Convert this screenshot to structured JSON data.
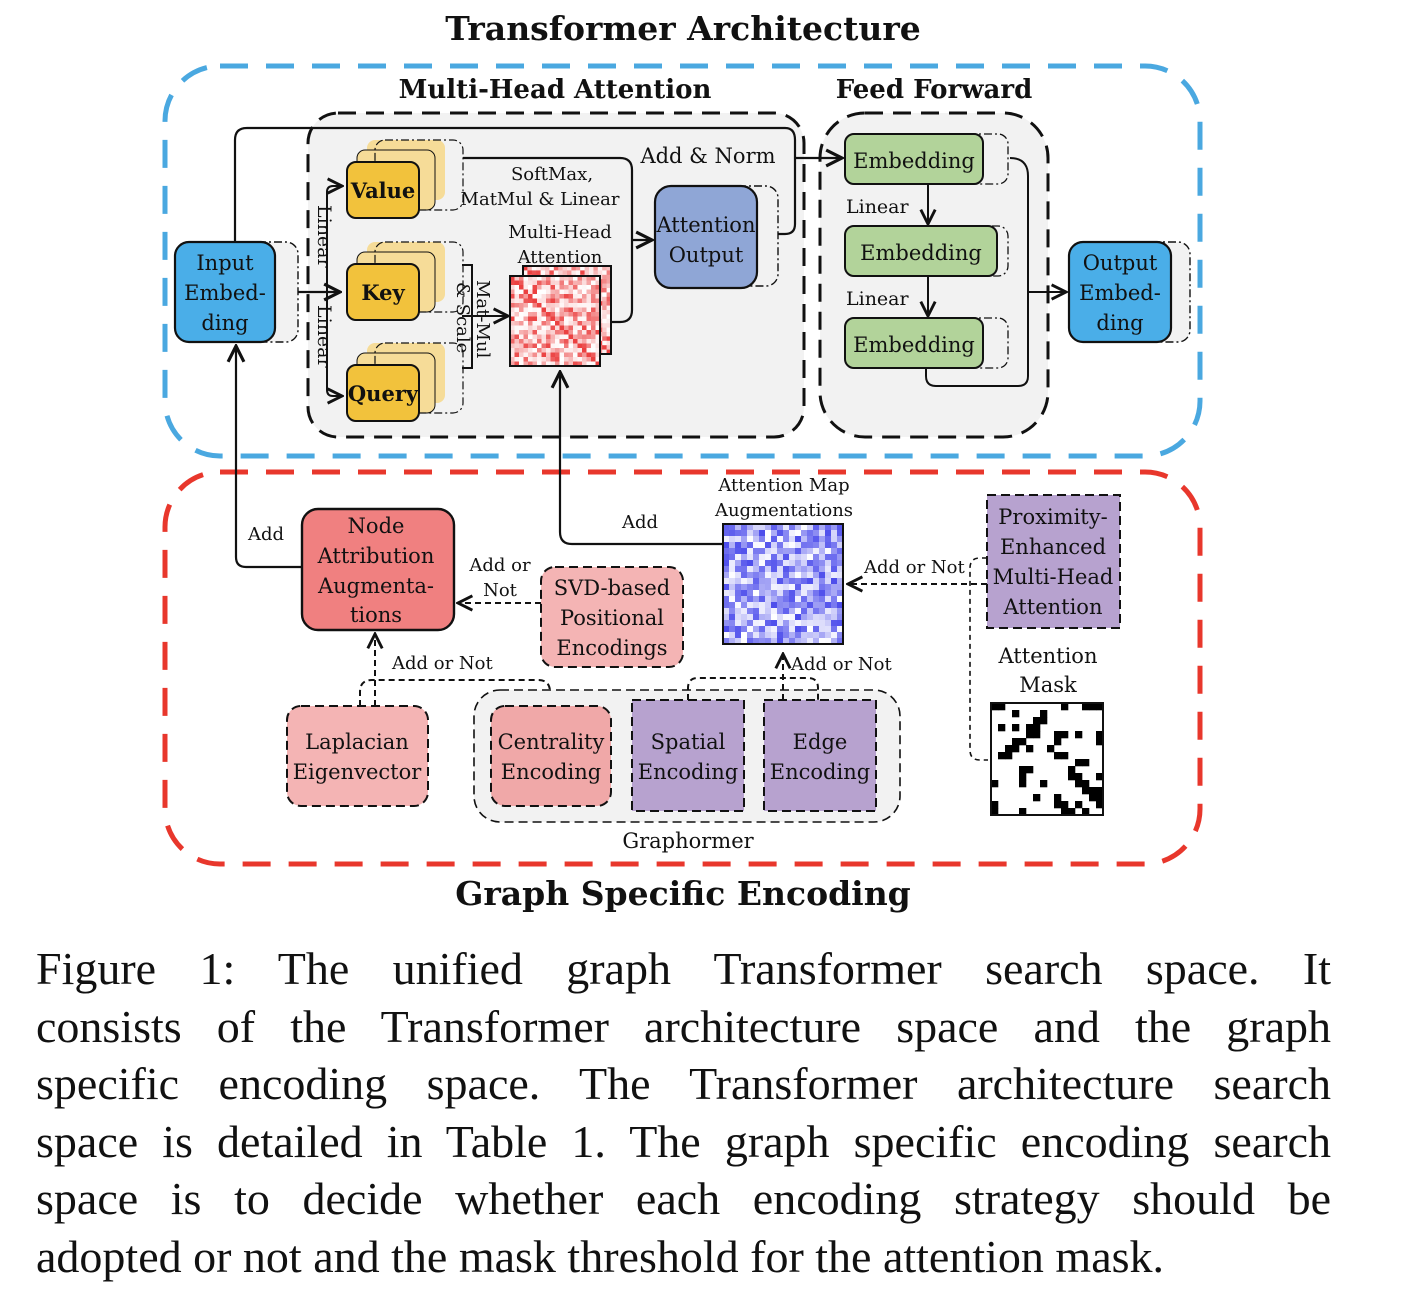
{
  "figure": {
    "title_top": "Transformer Architecture",
    "title_bottom": "Graph Specific Encoding",
    "colors": {
      "transformer_border": "#4aa8e0",
      "graph_border": "#e8372c",
      "embedding_blue": "#4aaee8",
      "qkv_yellow": "#f2c23c",
      "qkv_yellow_back": "#f6dc98",
      "attention_output": "#8fa6d6",
      "ff_green": "#b2d39a",
      "node_attr_red": "#f08080",
      "pink_light": "#f4b4b4",
      "pink_centrality": "#f0a8a8",
      "purple": "#b7a2cf",
      "panel_gray": "#f2f2f2"
    },
    "transformer": {
      "mha_title": "Multi-Head Attention",
      "ff_title": "Feed Forward",
      "input_embedding": [
        "Input",
        "Embed-",
        "ding"
      ],
      "value": "Value",
      "key": "Key",
      "query": "Query",
      "linear_upper": "Linear",
      "linear_lower": "Linear",
      "matmul_scale": [
        "Mat-Mul",
        "& Scale"
      ],
      "softmax_label": [
        "SoftMax,",
        "MatMul & Linear"
      ],
      "mha_map_label": [
        "Multi-Head",
        "Attention"
      ],
      "attention_output": [
        "Attention",
        "Output"
      ],
      "add_norm": "Add & Norm",
      "ff_embedding_1": "Embedding",
      "ff_embedding_2": "Embedding",
      "ff_embedding_3": "Embedding",
      "ff_linear_1": "Linear",
      "ff_linear_2": "Linear",
      "output_embedding": [
        "Output",
        "Embed-",
        "ding"
      ]
    },
    "graph_encoding": {
      "add_left": "Add",
      "add_middle": "Add",
      "node_attribution": [
        "Node",
        "Attribution",
        "Augmenta-",
        "tions"
      ],
      "add_or_not_svd": [
        "Add or",
        "Not"
      ],
      "svd": [
        "SVD-based",
        "Positional",
        "Encodings"
      ],
      "add_or_not_lap": "Add or Not",
      "laplacian": [
        "Laplacian",
        "Eigenvector"
      ],
      "centrality": [
        "Centrality",
        "Encoding"
      ],
      "spatial": [
        "Spatial",
        "Encoding"
      ],
      "edge": [
        "Edge",
        "Encoding"
      ],
      "graphormer": "Graphormer",
      "attention_map_aug": [
        "Attention Map",
        "Augmentations"
      ],
      "add_or_not_pe": "Add or Not",
      "add_or_not_graphormer": "Add or Not",
      "proximity": [
        "Proximity-",
        "Enhanced",
        "Multi-Head",
        "Attention"
      ],
      "attention_mask": [
        "Attention",
        "Mask"
      ]
    }
  },
  "caption": {
    "lines": [
      "Figure 1:  The unified graph Transformer search space.  It",
      "consists of the Transformer architecture space and the graph",
      "specific encoding space. The Transformer architecture search",
      "space is detailed in Table 1. The graph specific encoding search",
      "space is to decide whether each encoding strategy should be",
      "adopted or not and the mask threshold for the attention mask."
    ]
  }
}
